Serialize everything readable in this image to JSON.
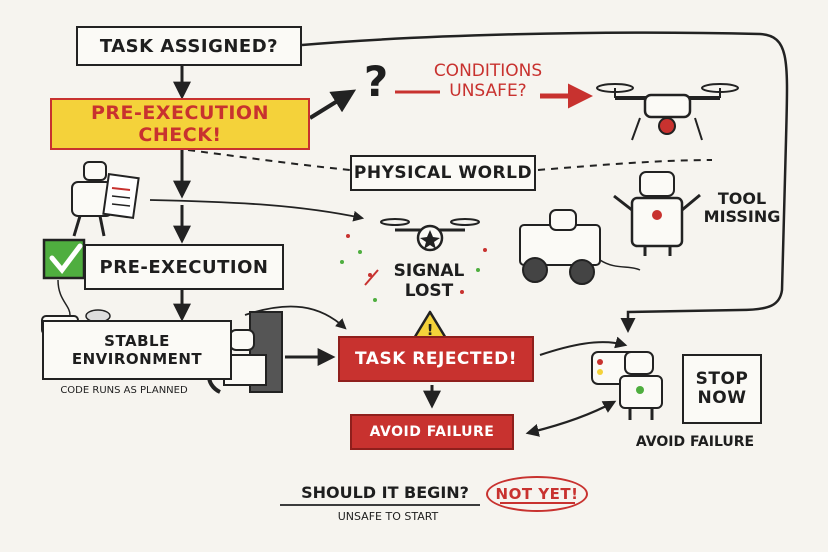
{
  "nodes": {
    "task_assigned": "TASK ASSIGNED?",
    "pre_execution_check": "PRE-EXECUTION CHECK!",
    "question_mark": "?",
    "conditions_unsafe": "CONDITIONS UNSAFE?",
    "physical_world": "PHYSICAL WORLD",
    "tool_missing": "TOOL MISSING",
    "pre_execution": "PRE-EXECUTION",
    "signal_lost": "SIGNAL LOST",
    "stable_environment": "STABLE ENVIRONMENT",
    "code_runs_as_planned": "CODE RUNS AS PLANNED",
    "task_rejected": "TASK REJECTED!",
    "avoid_failure_button": "AVOID FAILURE",
    "stop_now": "STOP NOW",
    "avoid_failure_caption": "AVOID FAILURE",
    "should_it_begin": "SHOULD IT BEGIN?",
    "not_yet": "NOT YET!",
    "unsafe_to_start": "UNSAFE TO START",
    "warning_symbol": "!"
  },
  "colors": {
    "ink": "#222222",
    "accent_red": "#c8322f",
    "highlight_yellow": "#f4d23a",
    "check_green": "#4fae3f",
    "paper": "#f6f4ef"
  }
}
